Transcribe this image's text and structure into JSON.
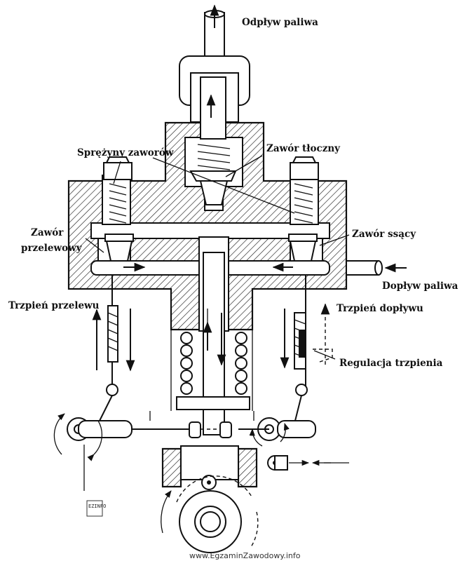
{
  "labels": {
    "fuel_outflow": "Odpływ paliwa",
    "valve_springs": "Sprężyny zaworów",
    "delivery_valve": "Zawór tłoczny",
    "overflow_valve_line1": "Zawór",
    "overflow_valve_line2": "przelewowy",
    "suction_valve": "Zawór ssący",
    "fuel_inflow": "Dopływ paliwa",
    "overflow_pin": "Trzpień przelewu",
    "inflow_pin": "Trzpień dopływu",
    "pin_adjustment": "Regulacja trzpienia"
  },
  "watermark": "www.EgzaminZawodowy.info",
  "logo_text": "EZINFO"
}
